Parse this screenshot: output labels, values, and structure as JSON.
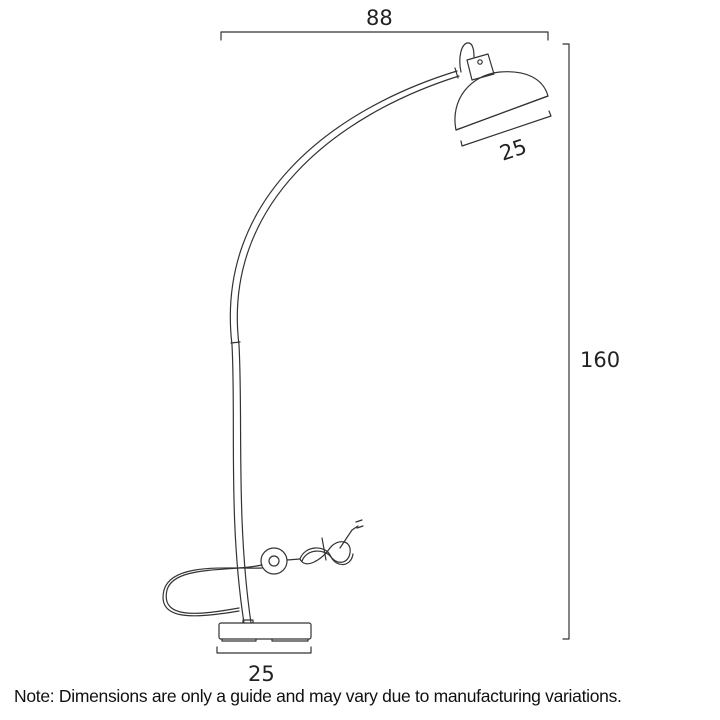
{
  "diagram": {
    "subject": "Arc floor lamp dimension drawing",
    "dimensions": {
      "overall_width": "88",
      "shade_diameter": "25",
      "overall_height": "160",
      "base_width": "25"
    },
    "note": "Note: Dimensions are only a guide and may vary due to manufacturing variations.",
    "colors": {
      "line": "#333333",
      "background": "#ffffff"
    }
  }
}
